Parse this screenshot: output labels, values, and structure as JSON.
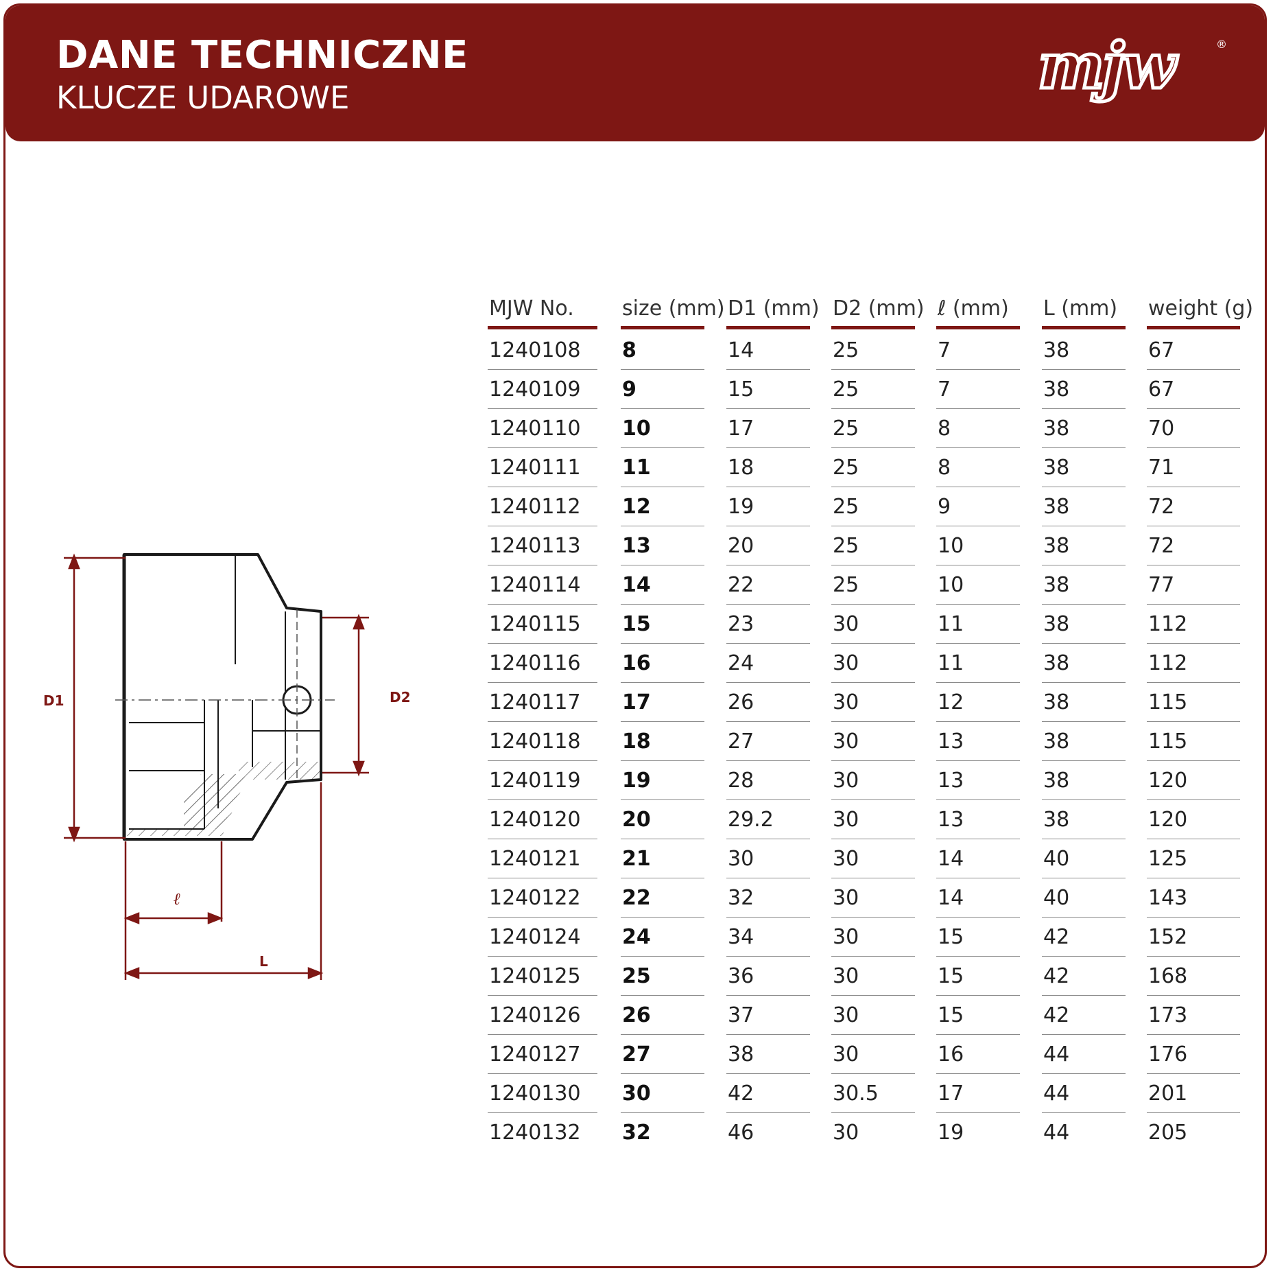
{
  "header": {
    "title": "DANE TECHNICZNE",
    "subtitle": "KLUCZE UDAROWE",
    "logo_text": "mjw",
    "logo_mark": "®"
  },
  "colors": {
    "brand": "#7e1714",
    "text": "#222222",
    "divider": "#8a8a8a"
  },
  "diagram": {
    "label_d1": "D1",
    "label_d2": "D2",
    "label_l_small": "ℓ",
    "label_l": "L"
  },
  "table": {
    "headers": [
      "MJW No.",
      "size (mm)",
      "D1 (mm)",
      "D2 (mm)",
      "ℓ (mm)",
      "L (mm)",
      "weight (g)"
    ],
    "rows": [
      [
        "1240108",
        "8",
        "14",
        "25",
        "7",
        "38",
        "67"
      ],
      [
        "1240109",
        "9",
        "15",
        "25",
        "7",
        "38",
        "67"
      ],
      [
        "1240110",
        "10",
        "17",
        "25",
        "8",
        "38",
        "70"
      ],
      [
        "1240111",
        "11",
        "18",
        "25",
        "8",
        "38",
        "71"
      ],
      [
        "1240112",
        "12",
        "19",
        "25",
        "9",
        "38",
        "72"
      ],
      [
        "1240113",
        "13",
        "20",
        "25",
        "10",
        "38",
        "72"
      ],
      [
        "1240114",
        "14",
        "22",
        "25",
        "10",
        "38",
        "77"
      ],
      [
        "1240115",
        "15",
        "23",
        "30",
        "11",
        "38",
        "112"
      ],
      [
        "1240116",
        "16",
        "24",
        "30",
        "11",
        "38",
        "112"
      ],
      [
        "1240117",
        "17",
        "26",
        "30",
        "12",
        "38",
        "115"
      ],
      [
        "1240118",
        "18",
        "27",
        "30",
        "13",
        "38",
        "115"
      ],
      [
        "1240119",
        "19",
        "28",
        "30",
        "13",
        "38",
        "120"
      ],
      [
        "1240120",
        "20",
        "29.2",
        "30",
        "13",
        "38",
        "120"
      ],
      [
        "1240121",
        "21",
        "30",
        "30",
        "14",
        "40",
        "125"
      ],
      [
        "1240122",
        "22",
        "32",
        "30",
        "14",
        "40",
        "143"
      ],
      [
        "1240124",
        "24",
        "34",
        "30",
        "15",
        "42",
        "152"
      ],
      [
        "1240125",
        "25",
        "36",
        "30",
        "15",
        "42",
        "168"
      ],
      [
        "1240126",
        "26",
        "37",
        "30",
        "15",
        "42",
        "173"
      ],
      [
        "1240127",
        "27",
        "38",
        "30",
        "16",
        "44",
        "176"
      ],
      [
        "1240130",
        "30",
        "42",
        "30.5",
        "17",
        "44",
        "201"
      ],
      [
        "1240132",
        "32",
        "46",
        "30",
        "19",
        "44",
        "205"
      ]
    ]
  }
}
